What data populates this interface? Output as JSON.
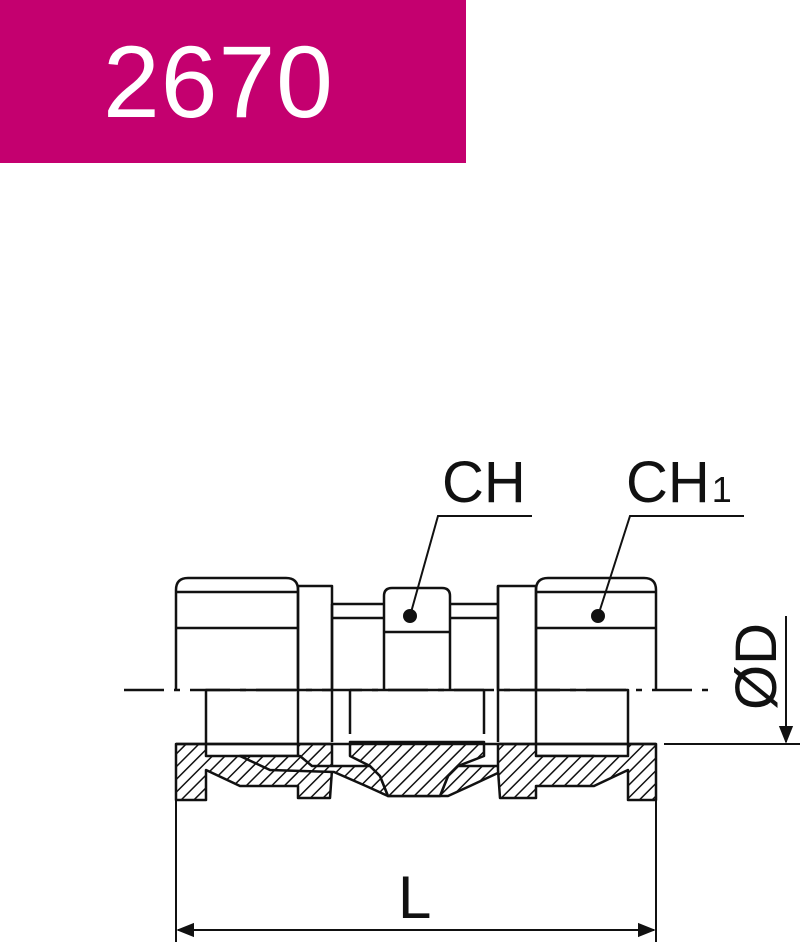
{
  "header": {
    "code": "2670",
    "banner_color": "#c4006f"
  },
  "drawing": {
    "labels": {
      "ch": "CH",
      "ch1_main": "CH",
      "ch1_sub": "1",
      "diameter": "ØD",
      "length": "L"
    },
    "hatch_color": "#111111"
  }
}
